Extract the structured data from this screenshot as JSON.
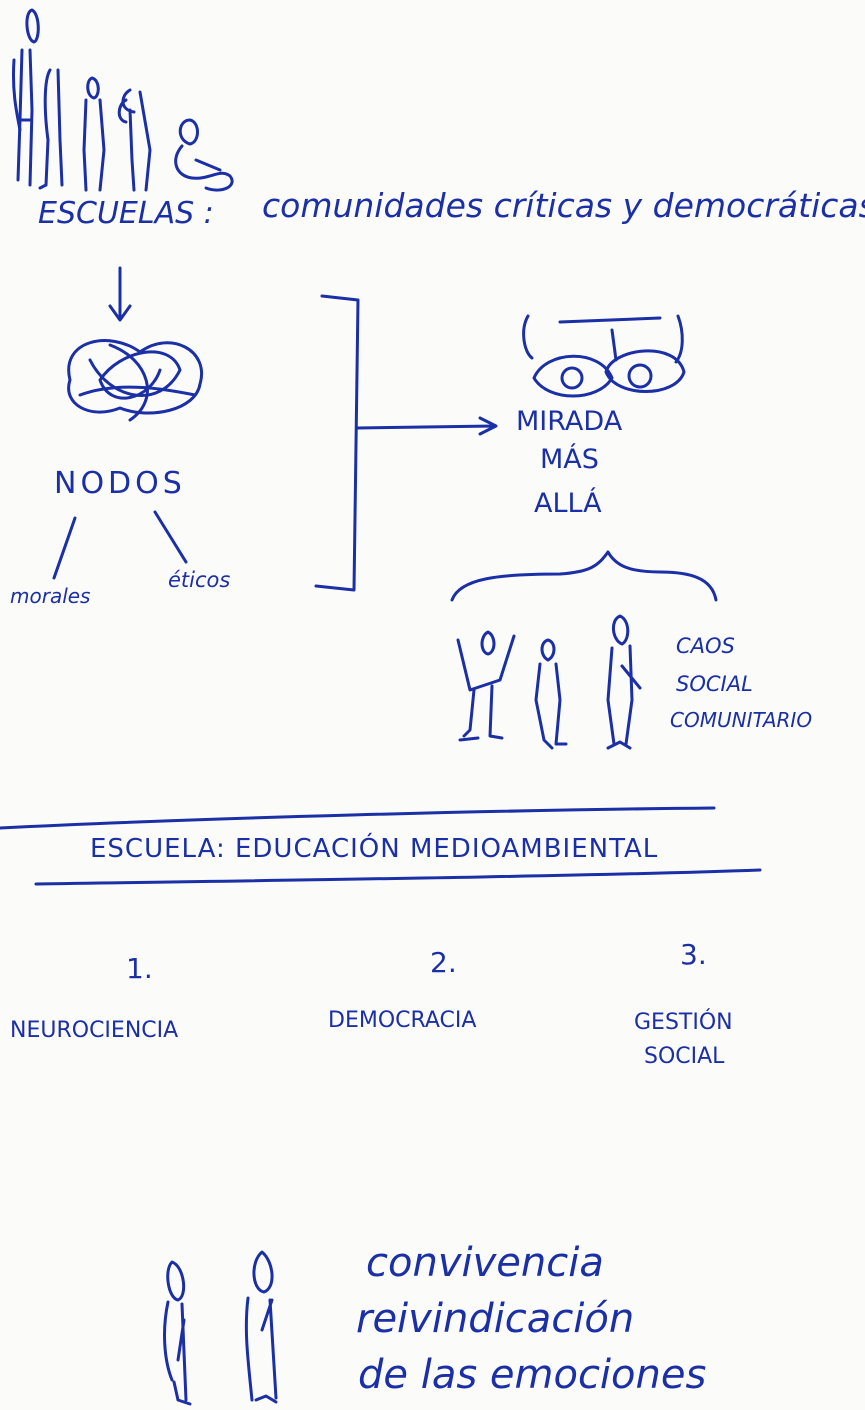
{
  "section1": {
    "heading_label": "ESCUELAS :",
    "heading_text": "comunidades críticas y democráticas",
    "node_title": "NODOS",
    "node_left": "morales",
    "node_right": "éticos",
    "gaze_lines": [
      "MIRADA",
      "MÁS",
      "ALLÁ"
    ],
    "social_lines": [
      "CAOS",
      "SOCIAL",
      "COMUNITARIO"
    ]
  },
  "section2": {
    "heading": "ESCUELA: EDUCACIÓN MEDIOAMBIENTAL",
    "items": [
      {
        "number": "1.",
        "label": "NEUROCIENCIA"
      },
      {
        "number": "2.",
        "label": "DEMOCRACIA"
      },
      {
        "number": "3.",
        "label": "GESTIÓN",
        "label2": "SOCIAL"
      }
    ]
  },
  "section3": {
    "lines": [
      "convivencia",
      "reivindicación",
      "de las emociones"
    ]
  },
  "colors": {
    "ink": "#1b2fa6",
    "paper": "#fbfbfa"
  }
}
